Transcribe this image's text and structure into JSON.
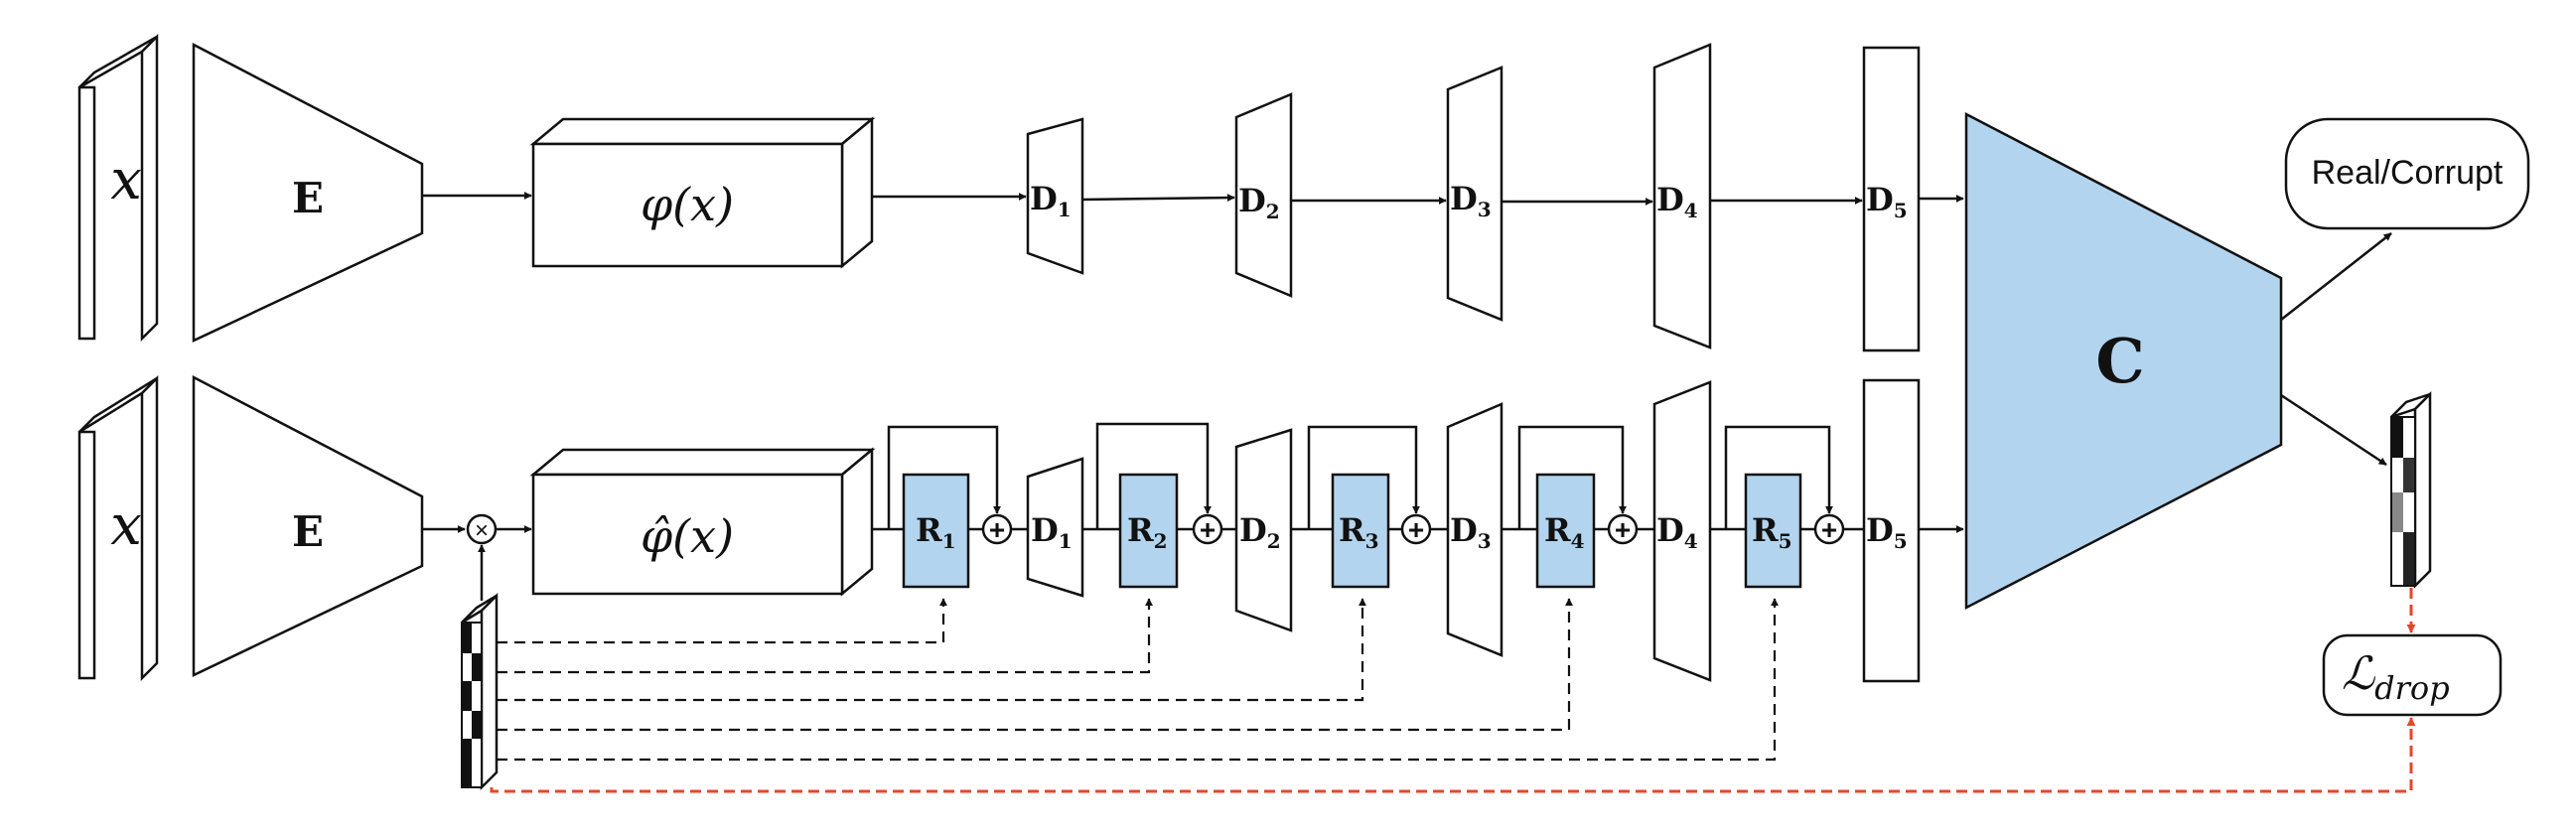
{
  "input": {
    "label": "x"
  },
  "encoder": {
    "label": "E"
  },
  "feature": {
    "label": "φ(x)",
    "hat_label": "φ̂(x)"
  },
  "decoders": [
    {
      "base": "D",
      "sub": "1"
    },
    {
      "base": "D",
      "sub": "2"
    },
    {
      "base": "D",
      "sub": "3"
    },
    {
      "base": "D",
      "sub": "4"
    },
    {
      "base": "D",
      "sub": "5"
    }
  ],
  "residuals": [
    {
      "base": "R",
      "sub": "1"
    },
    {
      "base": "R",
      "sub": "2"
    },
    {
      "base": "R",
      "sub": "3"
    },
    {
      "base": "R",
      "sub": "4"
    },
    {
      "base": "R",
      "sub": "5"
    }
  ],
  "classifier": {
    "label": "C"
  },
  "output": {
    "label": "Real/Corrupt"
  },
  "loss": {
    "symbol": "ℒ",
    "sub": "drop"
  },
  "operators": {
    "multiply": "×",
    "add": "+"
  },
  "colors": {
    "block_fill": "#b3d4ee",
    "loss_arrow": "#e8452a",
    "stroke": "#111111"
  }
}
